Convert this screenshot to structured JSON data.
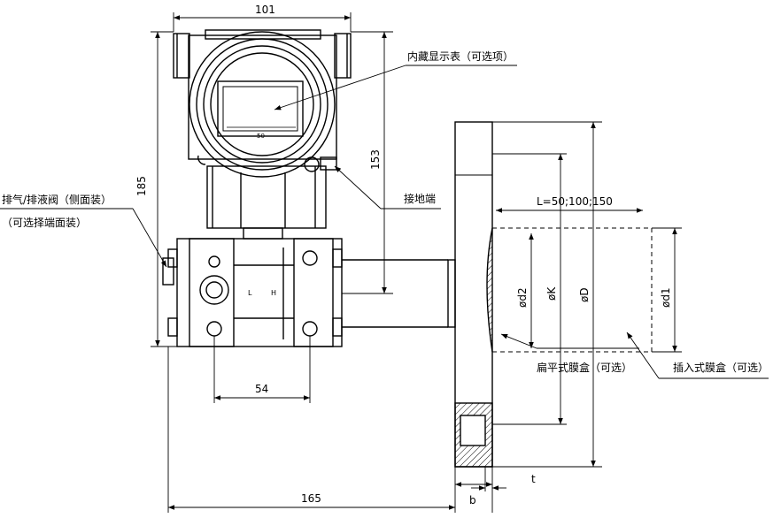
{
  "dimensions": {
    "d101": "101",
    "d185": "185",
    "d153": "153",
    "d54": "54",
    "d165": "165",
    "b": "b",
    "t": "t",
    "L": "L=50;100;150",
    "phi_d2": "ød2",
    "phi_K": "øK",
    "phi_D": "øD",
    "phi_d1": "ød1"
  },
  "labels": {
    "display": "内藏显示表（可选项）",
    "vent_line1": "排气/排液阀（侧面装）",
    "vent_line2": "（可选择端面装）",
    "ground": "接地端",
    "flat_capsule": "扁平式膜盒（可选）",
    "insert_capsule": "插入式膜盒（可选）",
    "scale": "50",
    "port_l": "L",
    "port_h": "H"
  }
}
